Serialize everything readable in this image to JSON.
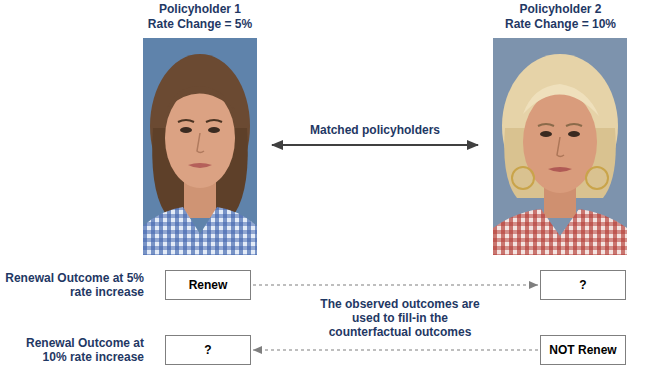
{
  "diagram": {
    "nodes": [
      {
        "text": [
          "Policyholder 1",
          "Rate Change = 5%"
        ]
      },
      {
        "text": [
          "Policyholder 2",
          "Rate Change = 10%"
        ]
      },
      {
        "text": [
          "Renew"
        ]
      },
      {
        "text": [
          "?"
        ]
      },
      {
        "text": [
          "?"
        ]
      },
      {
        "text": [
          "NOT Renew"
        ]
      }
    ],
    "edges": [
      {
        "from": 0,
        "to": 1,
        "label": "Matched policyholders",
        "arrow": "both"
      },
      {
        "from": 2,
        "to": 3,
        "arrow": "to"
      },
      {
        "from": 5,
        "to": 4,
        "arrow": "to"
      }
    ],
    "labels": [
      "Renewal Outcome at 5% rate increase",
      "Renewal Outcome at 10% rate increase",
      "The observed outcomes are used to fill-in the counterfactual outcomes"
    ]
  }
}
